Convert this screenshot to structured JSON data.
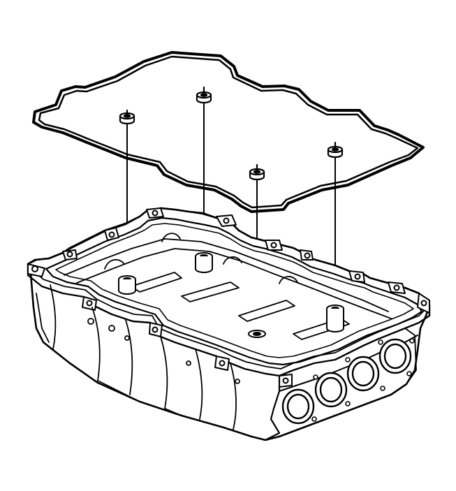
{
  "colors": {
    "line": "#000000",
    "background": "#ffffff"
  },
  "parts": [
    {
      "name": "gasket",
      "icon": "gasket-outline"
    },
    {
      "name": "seal",
      "count": 4,
      "icon": "seal-ring"
    },
    {
      "name": "housing",
      "icon": "pan-housing"
    }
  ]
}
